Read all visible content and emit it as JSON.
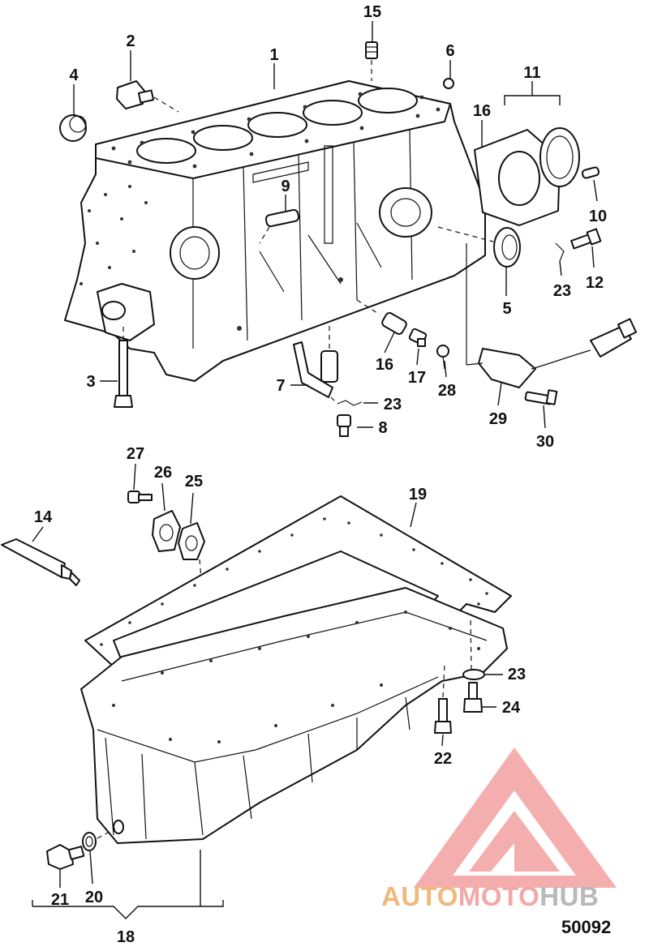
{
  "callouts": [
    {
      "id": "c1",
      "text": "1"
    },
    {
      "id": "c2",
      "text": "2"
    },
    {
      "id": "c3",
      "text": "3"
    },
    {
      "id": "c4",
      "text": "4"
    },
    {
      "id": "c5",
      "text": "5"
    },
    {
      "id": "c6",
      "text": "6"
    },
    {
      "id": "c7",
      "text": "7"
    },
    {
      "id": "c8",
      "text": "8"
    },
    {
      "id": "c9",
      "text": "9"
    },
    {
      "id": "c10",
      "text": "10"
    },
    {
      "id": "c11",
      "text": "11"
    },
    {
      "id": "c12",
      "text": "12"
    },
    {
      "id": "c14",
      "text": "14"
    },
    {
      "id": "c15",
      "text": "15"
    },
    {
      "id": "c16a",
      "text": "16"
    },
    {
      "id": "c16b",
      "text": "16"
    },
    {
      "id": "c17",
      "text": "17"
    },
    {
      "id": "c18",
      "text": "18"
    },
    {
      "id": "c19",
      "text": "19"
    },
    {
      "id": "c20",
      "text": "20"
    },
    {
      "id": "c21",
      "text": "21"
    },
    {
      "id": "c22",
      "text": "22"
    },
    {
      "id": "c23a",
      "text": "23"
    },
    {
      "id": "c23b",
      "text": "23"
    },
    {
      "id": "c23c",
      "text": "23"
    },
    {
      "id": "c24",
      "text": "24"
    },
    {
      "id": "c25",
      "text": "25"
    },
    {
      "id": "c26",
      "text": "26"
    },
    {
      "id": "c27",
      "text": "27"
    },
    {
      "id": "c28",
      "text": "28"
    },
    {
      "id": "c29",
      "text": "29"
    },
    {
      "id": "c30",
      "text": "30"
    }
  ],
  "watermark": {
    "part1": "AUTO",
    "part2": "MOTO",
    "part3": "HUB",
    "colors": {
      "orange": "#f0b87a",
      "pink": "#f4a7a7",
      "gray": "#b9b9b9"
    }
  },
  "drawing_number": "50092"
}
